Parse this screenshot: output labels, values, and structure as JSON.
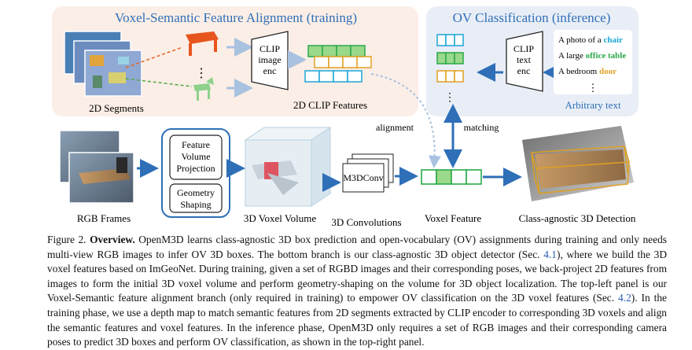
{
  "figure": {
    "panel_train_title": "Voxel-Semantic Feature Alignment (training)",
    "panel_infer_title": "OV Classification (inference)",
    "segments_label": "2D Segments",
    "clip_image_enc": [
      "CLIP",
      "image",
      "enc"
    ],
    "clip_features_label": "2D CLIP Features",
    "clip_text_enc": [
      "CLIP",
      "text",
      "enc"
    ],
    "prompts": [
      {
        "prefix": "A photo of a ",
        "word": "chair"
      },
      {
        "prefix": "A large ",
        "word": "office table"
      },
      {
        "prefix": "A bedroom ",
        "word": "door"
      }
    ],
    "arbitrary_text": "Arbitrary text",
    "alignment_label": "alignment",
    "matching_label": "matching",
    "rgb_frames_label": "RGB Frames",
    "feature_volume_projection": [
      "Feature",
      "Volume",
      "Projection"
    ],
    "geometry_shaping": [
      "Geometry",
      "Shaping"
    ],
    "voxel_volume_label": "3D Voxel Volume",
    "m3dconv_label": "M3DConv",
    "convolutions_label": "3D Convolutions",
    "voxel_feature_label": "Voxel Feature",
    "detection_label": "Class-agnostic 3D Detection",
    "dots": "⋮",
    "colors": {
      "chair": "#1aa6d6",
      "office_table": "#2aa84a",
      "door": "#e0a020",
      "arrow_blue": "#2f6fb8",
      "panel_train_bg": "#fbeee6",
      "panel_infer_bg": "#e9eef6"
    }
  },
  "caption": {
    "label": "Figure 2.",
    "bold": "Overview.",
    "part1": "OpenM3D learns class-agnostic 3D box prediction and open-vocabulary (OV) assignments during training and only needs multi-view RGB images to infer OV 3D boxes. The bottom branch is our class-agnostic 3D object detector (Sec.",
    "ref1": "4.1",
    "part2": "), where we build the 3D voxel features based on ImGeoNet. During training, given a set of RGBD images and their corresponding poses, we back-project 2D features from images to form the initial 3D voxel volume and perform geometry-shaping on the volume for 3D object localization. The top-left panel is our Voxel-Semantic feature alignment branch (only required in training) to empower OV classification on the 3D voxel features (Sec.",
    "ref2": "4.2",
    "part3": "). In the training phase, we use a depth map to match semantic features from 2D segments extracted by CLIP encoder to corresponding 3D voxels and align the semantic features and voxel features. In the inference phase, OpenM3D only requires a set of RGB images and their corresponding camera poses to predict 3D boxes and perform OV classification, as shown in the top-right panel."
  }
}
